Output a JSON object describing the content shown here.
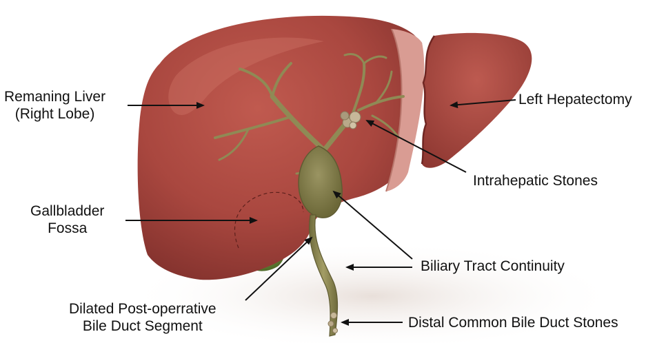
{
  "labels": {
    "remaining_liver": [
      "Remaning Liver",
      "(Right Lobe)"
    ],
    "gallbladder_fossa": [
      "Gallbladder",
      "Fossa"
    ],
    "dilated_segment": [
      "Dilated Post-operrative",
      "Bile Duct Segment"
    ],
    "left_hepatectomy": "Left Hepatectomy",
    "intrahepatic_stones": "Intrahepatic Stones",
    "biliary_continuity": "Biliary Tract Continuity",
    "distal_stones": "Distal Common Bile Duct Stones"
  },
  "colors": {
    "liver": "#a9473f",
    "liver_dark": "#7e2f2b",
    "cut_surface": "#d99c93",
    "duct": "#8f8a55",
    "duct_dark": "#5f5b32",
    "gallbladder": "#6f8a3a",
    "stone": "#b9a98a",
    "arrow": "#111111",
    "text": "#111111"
  }
}
